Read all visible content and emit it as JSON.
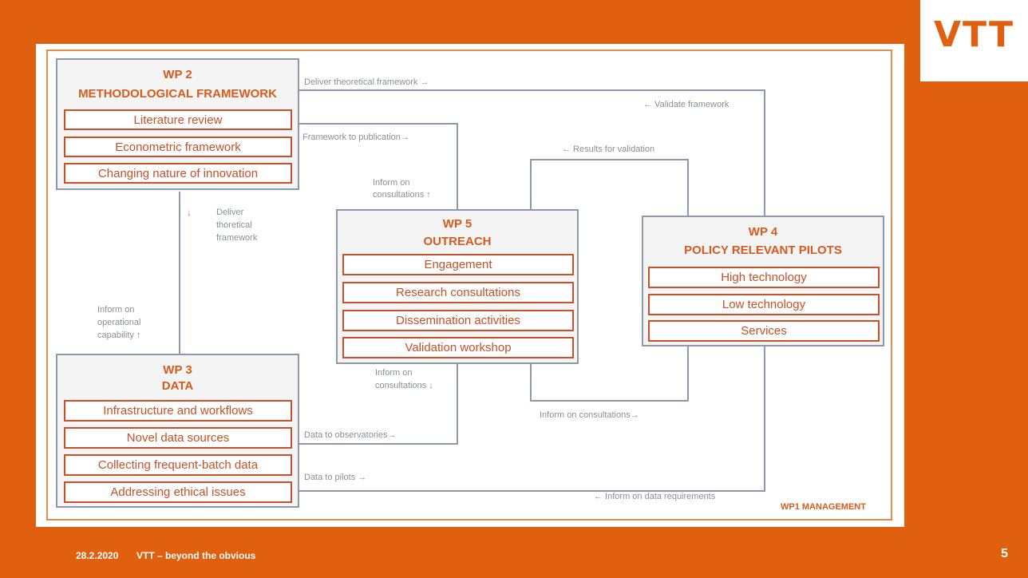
{
  "brand": {
    "logo": "VTT"
  },
  "diagram": {
    "wp2": {
      "code": "WP 2",
      "title": "METHODOLOGICAL FRAMEWORK",
      "items": [
        "Literature review",
        "Econometric framework",
        "Changing nature of innovation"
      ]
    },
    "wp3": {
      "code": "WP 3",
      "title": "DATA",
      "items": [
        "Infrastructure and workflows",
        "Novel data sources",
        "Collecting frequent-batch data",
        "Addressing ethical issues"
      ]
    },
    "wp5": {
      "code": "WP 5",
      "title": "OUTREACH",
      "items": [
        "Engagement",
        "Research consultations",
        "Dissemination activities",
        "Validation workshop"
      ]
    },
    "wp4": {
      "code": "WP 4",
      "title": "POLICY RELEVANT PILOTS",
      "items": [
        "High technology",
        "Low technology",
        "Services"
      ]
    },
    "management_label": "WP1 MANAGEMENT",
    "flows": {
      "deliver_theoretical_framework": "Deliver theoretical framework →",
      "validate_framework": "←  Validate framework",
      "framework_to_publication": "Framework to publication→",
      "results_for_validation": "←  Results for validation",
      "inform_consultations_up": [
        "Inform on",
        "consultations ↑"
      ],
      "deliver_thoretical": [
        "Deliver",
        "thoretical",
        "framework"
      ],
      "down_arrow": "↓",
      "inform_operational": [
        "Inform on",
        "operational",
        "capability     ↑"
      ],
      "inform_consultations_down": [
        "Inform on",
        "consultations ↓"
      ],
      "inform_consultations_right": "Inform on consultations→",
      "data_to_observatories": "Data to observatories→",
      "data_to_pilots": "Data to pilots →",
      "inform_data_requirements": "← Inform on data requirements"
    }
  },
  "footer": {
    "date": "28.2.2020",
    "tagline": "VTT – beyond the obvious",
    "page": "5"
  }
}
